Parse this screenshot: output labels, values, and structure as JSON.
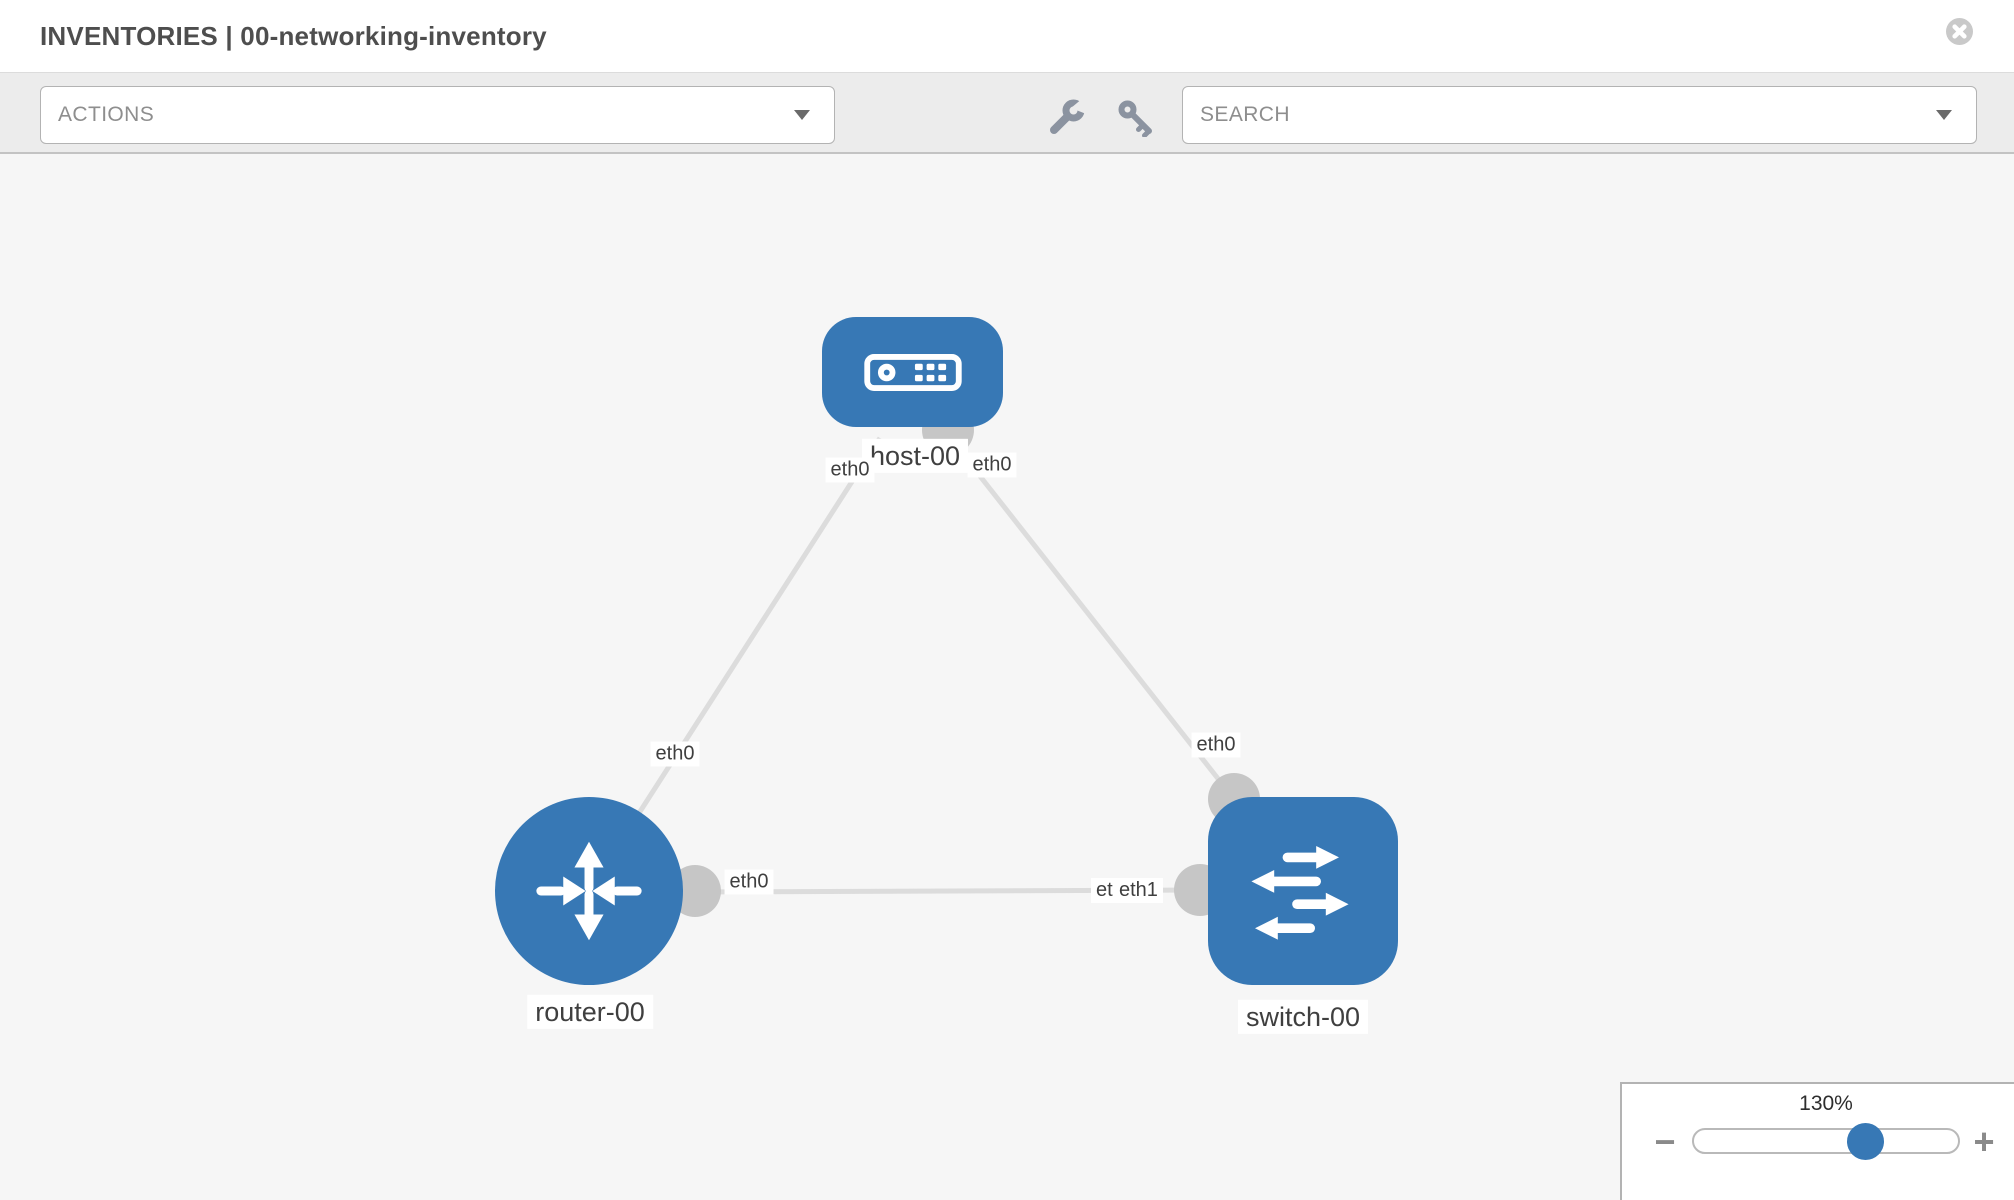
{
  "header": {
    "title": "INVENTORIES | 00-networking-inventory"
  },
  "toolbar": {
    "actions_label": "ACTIONS",
    "search_label": "SEARCH"
  },
  "topology": {
    "nodes": [
      {
        "id": "host-00",
        "type": "host",
        "label": "host-00"
      },
      {
        "id": "router-00",
        "type": "router",
        "label": "router-00"
      },
      {
        "id": "switch-00",
        "type": "switch",
        "label": "switch-00"
      }
    ],
    "interfaces": {
      "host_left": "eth0",
      "host_right": "eth0",
      "link_host_router_lower": "eth0",
      "link_host_switch_lower": "eth0",
      "router_eth0": "eth0",
      "switch_eth1": "eth1",
      "switch_eth0_behind": "eth0"
    },
    "links": [
      {
        "from": "host-00",
        "to": "router-00"
      },
      {
        "from": "host-00",
        "to": "switch-00"
      },
      {
        "from": "router-00",
        "to": "switch-00"
      }
    ]
  },
  "zoom_control": {
    "level": "130%",
    "minus": "−",
    "plus": "+"
  },
  "colors": {
    "accent": "#3778b5",
    "port": "#c6c6c6",
    "link": "#dcdcdc",
    "toolbar-bg": "#ececec",
    "canvas-bg": "#f6f6f6",
    "icon-gray": "#8b93a0",
    "title-text": "#4e4e4e",
    "muted-text": "#8e8e8e"
  }
}
